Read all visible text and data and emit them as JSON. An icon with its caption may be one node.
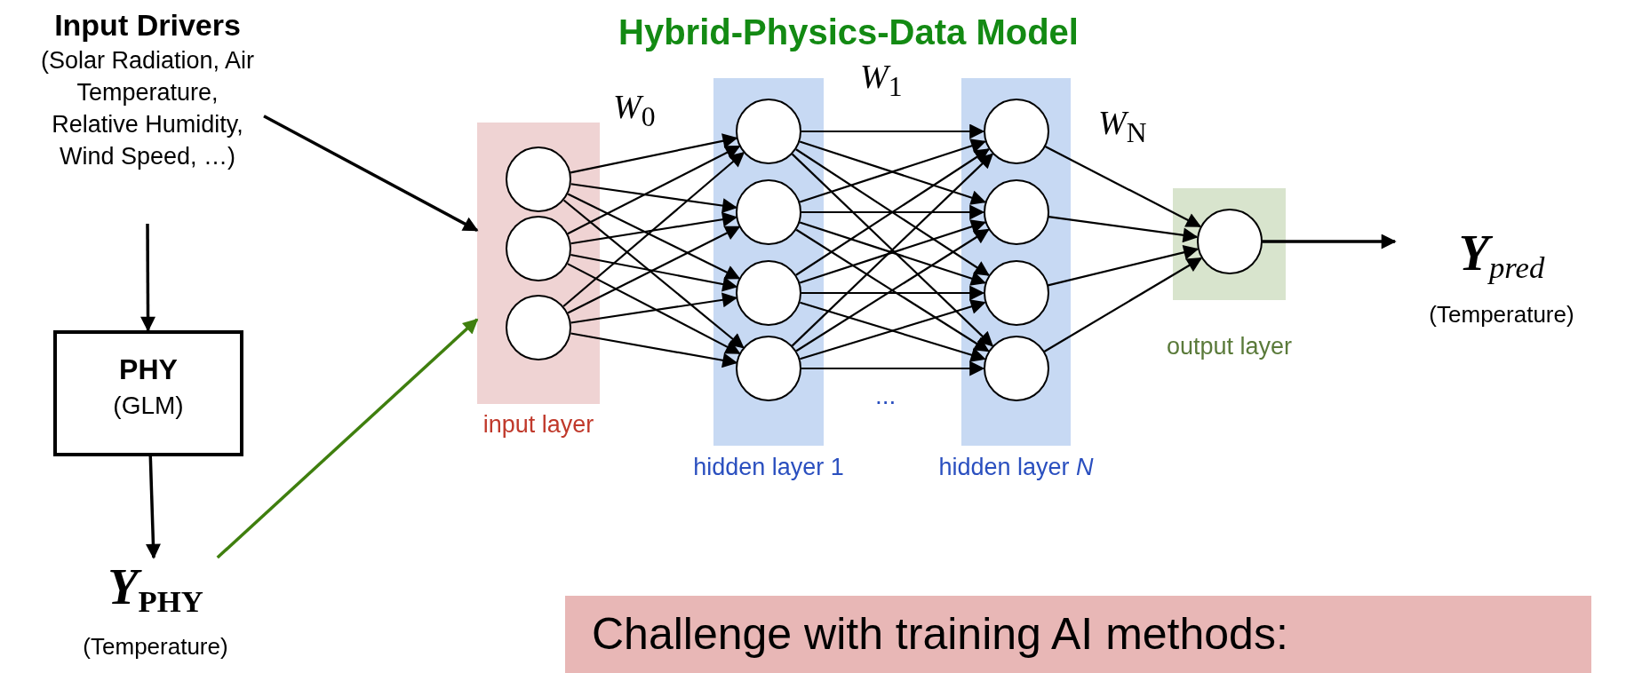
{
  "diagram": {
    "title": "Hybrid-Physics-Data Model",
    "nodes": [
      {
        "text": [
          "Input Drivers",
          "(Solar Radiation, Air Temperature, Relative Humidity, Wind Speed, …)"
        ]
      },
      {
        "text": [
          "PHY",
          "(GLM)"
        ]
      },
      {
        "text": [
          "*Y*$_{PHY}$",
          "(Temperature)"
        ]
      },
      {
        "text": [
          "input layer"
        ]
      },
      {
        "text": [],
        "shape": "circle",
        "in": 3
      },
      {
        "text": [],
        "shape": "circle",
        "in": 3
      },
      {
        "text": [],
        "shape": "circle",
        "in": 3
      },
      {
        "text": [
          "hidden layer 1"
        ]
      },
      {
        "text": [],
        "shape": "circle",
        "in": 7
      },
      {
        "text": [],
        "shape": "circle",
        "in": 7
      },
      {
        "text": [],
        "shape": "circle",
        "in": 7
      },
      {
        "text": [],
        "shape": "circle",
        "in": 7
      },
      {
        "text": [
          "hidden layer *N*"
        ]
      },
      {
        "text": [],
        "shape": "circle",
        "in": 12
      },
      {
        "text": [],
        "shape": "circle",
        "in": 12
      },
      {
        "text": [],
        "shape": "circle",
        "in": 12
      },
      {
        "text": [],
        "shape": "circle",
        "in": 12
      },
      {
        "text": [
          "output layer"
        ]
      },
      {
        "text": [],
        "shape": "circle",
        "in": 17
      },
      {
        "text": [
          "*Y*$_{pred}$",
          "(Temperature)"
        ]
      },
      {
        "text": [
          "Challenge with training AI methods:"
        ]
      }
    ],
    "edges": [
      {
        "from": 0,
        "to": 3,
        "arrow": "to"
      },
      {
        "from": 0,
        "to": 1,
        "arrow": "to"
      },
      {
        "from": 1,
        "to": 2,
        "arrow": "to"
      },
      {
        "from": 2,
        "to": 3,
        "arrow": "to",
        "color": "#3f7f0e"
      },
      {
        "from": 4,
        "to": 8,
        "arrow": "to"
      },
      {
        "from": 4,
        "to": 9,
        "arrow": "to"
      },
      {
        "from": 4,
        "to": 10,
        "arrow": "to"
      },
      {
        "from": 4,
        "to": 11,
        "arrow": "to"
      },
      {
        "from": 5,
        "to": 8,
        "arrow": "to"
      },
      {
        "from": 5,
        "to": 9,
        "arrow": "to"
      },
      {
        "from": 5,
        "to": 10,
        "arrow": "to"
      },
      {
        "from": 5,
        "to": 11,
        "arrow": "to"
      },
      {
        "from": 6,
        "to": 8,
        "arrow": "to"
      },
      {
        "from": 6,
        "to": 9,
        "arrow": "to"
      },
      {
        "from": 6,
        "to": 10,
        "arrow": "to"
      },
      {
        "from": 6,
        "to": 11,
        "arrow": "to"
      },
      {
        "from": 8,
        "to": 13,
        "arrow": "to"
      },
      {
        "from": 8,
        "to": 14,
        "arrow": "to"
      },
      {
        "from": 8,
        "to": 15,
        "arrow": "to"
      },
      {
        "from": 8,
        "to": 16,
        "arrow": "to"
      },
      {
        "from": 9,
        "to": 13,
        "arrow": "to"
      },
      {
        "from": 9,
        "to": 14,
        "arrow": "to"
      },
      {
        "from": 9,
        "to": 15,
        "arrow": "to"
      },
      {
        "from": 9,
        "to": 16,
        "arrow": "to"
      },
      {
        "from": 10,
        "to": 13,
        "arrow": "to"
      },
      {
        "from": 10,
        "to": 14,
        "arrow": "to"
      },
      {
        "from": 10,
        "to": 15,
        "arrow": "to"
      },
      {
        "from": 10,
        "to": 16,
        "arrow": "to"
      },
      {
        "from": 11,
        "to": 13,
        "arrow": "to"
      },
      {
        "from": 11,
        "to": 14,
        "arrow": "to"
      },
      {
        "from": 11,
        "to": 15,
        "arrow": "to"
      },
      {
        "from": 11,
        "to": 16,
        "arrow": "to"
      },
      {
        "from": 13,
        "to": 18,
        "arrow": "to"
      },
      {
        "from": 14,
        "to": 18,
        "arrow": "to"
      },
      {
        "from": 15,
        "to": 18,
        "arrow": "to"
      },
      {
        "from": 16,
        "to": 18,
        "arrow": "to"
      },
      {
        "from": 18,
        "to": 19,
        "arrow": "to"
      }
    ],
    "labels": [
      "*W*$_{0}$",
      "*W*$_{1}$",
      "*W*$_{N}$",
      "..."
    ]
  }
}
